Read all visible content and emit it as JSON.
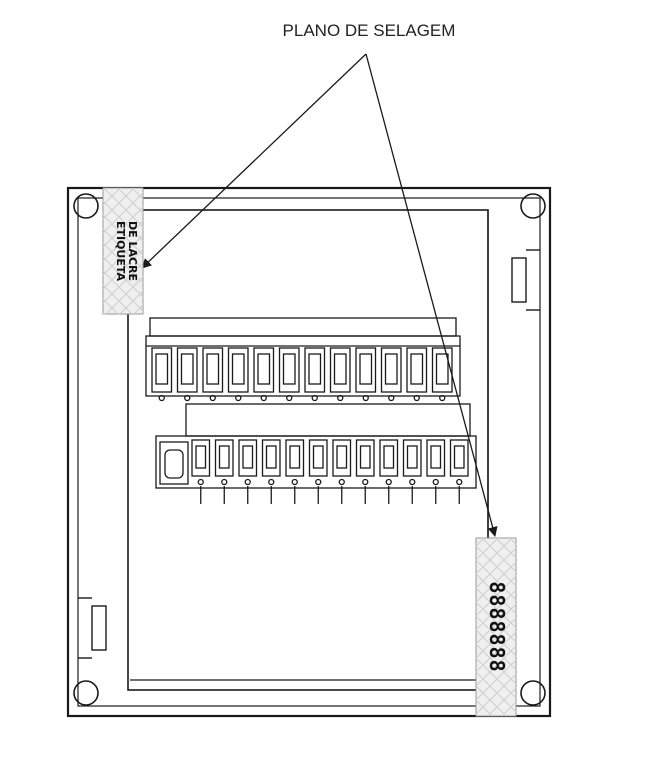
{
  "diagram": {
    "title": "PLANO DE SELAGEM",
    "seal_label": {
      "line1": "ETIQUETA",
      "line2": "DE LACRE"
    },
    "serial_label": {
      "text": "8888888"
    },
    "terminal_blocks": {
      "upper_count": 12,
      "lower_count": 12
    },
    "colors": {
      "stroke": "#1a1a1a",
      "label_fill": "#ececec",
      "hatch": "#c8c8c8"
    }
  }
}
